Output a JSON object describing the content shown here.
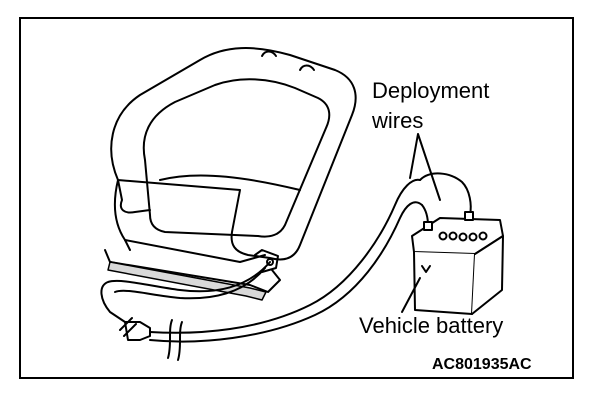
{
  "labels": {
    "deployment_line1": "Deployment",
    "deployment_line2": "wires",
    "battery": "Vehicle battery",
    "figure_code": "AC801935AC"
  },
  "colors": {
    "ink": "#000000",
    "background": "#ffffff",
    "shade": "#d9d9d9"
  }
}
